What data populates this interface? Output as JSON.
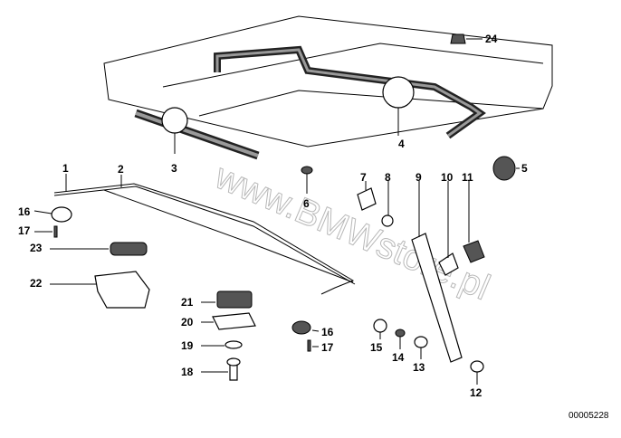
{
  "diagram": {
    "watermark": "www.BMWstore.pl",
    "drawing_number": "00005228",
    "labels": {
      "p1": "1",
      "p2": "2",
      "p3": "3",
      "p4": "4",
      "p5": "5",
      "p6": "6",
      "p7": "7",
      "p8": "8",
      "p9": "9",
      "p10": "10",
      "p11": "11",
      "p12": "12",
      "p13": "13",
      "p14": "14",
      "p15": "15",
      "p16a": "16",
      "p16b": "16",
      "p17a": "17",
      "p17b": "17",
      "p18": "18",
      "p19": "19",
      "p20": "20",
      "p21": "21",
      "p22": "22",
      "p23": "23",
      "p24": "24"
    }
  }
}
